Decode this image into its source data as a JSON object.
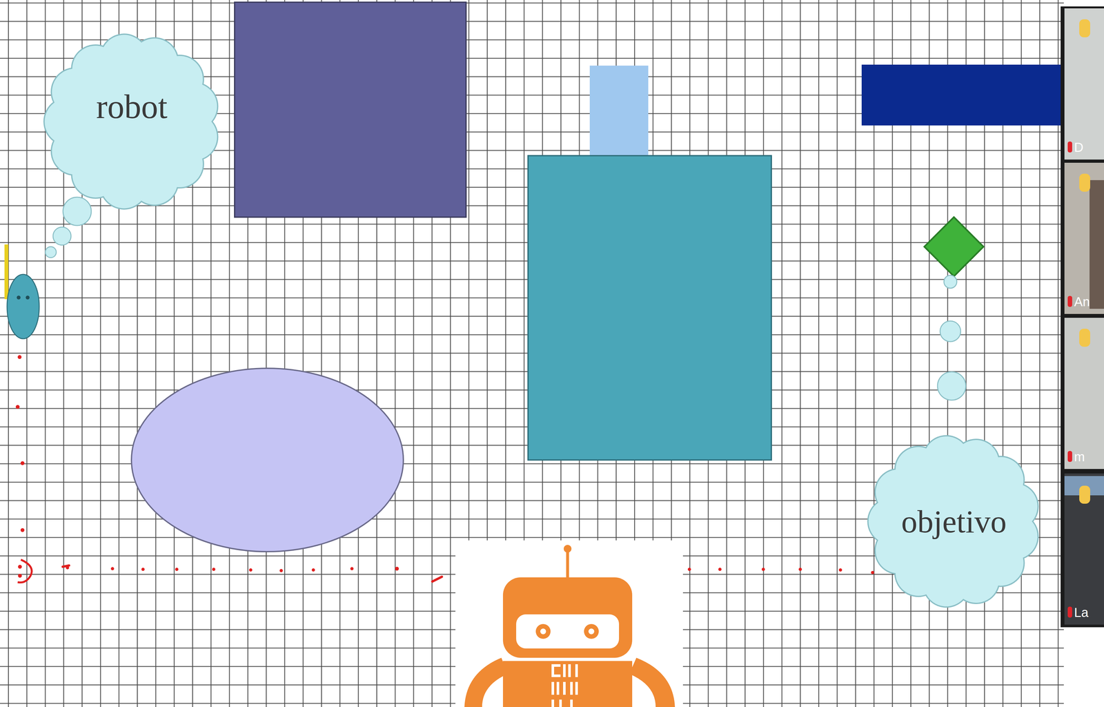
{
  "diagram": {
    "nodes": [
      {
        "text": [
          "robot"
        ]
      },
      {
        "text": [
          "objetivo"
        ]
      }
    ],
    "labels": [
      "D",
      "An",
      "m",
      "La"
    ]
  }
}
